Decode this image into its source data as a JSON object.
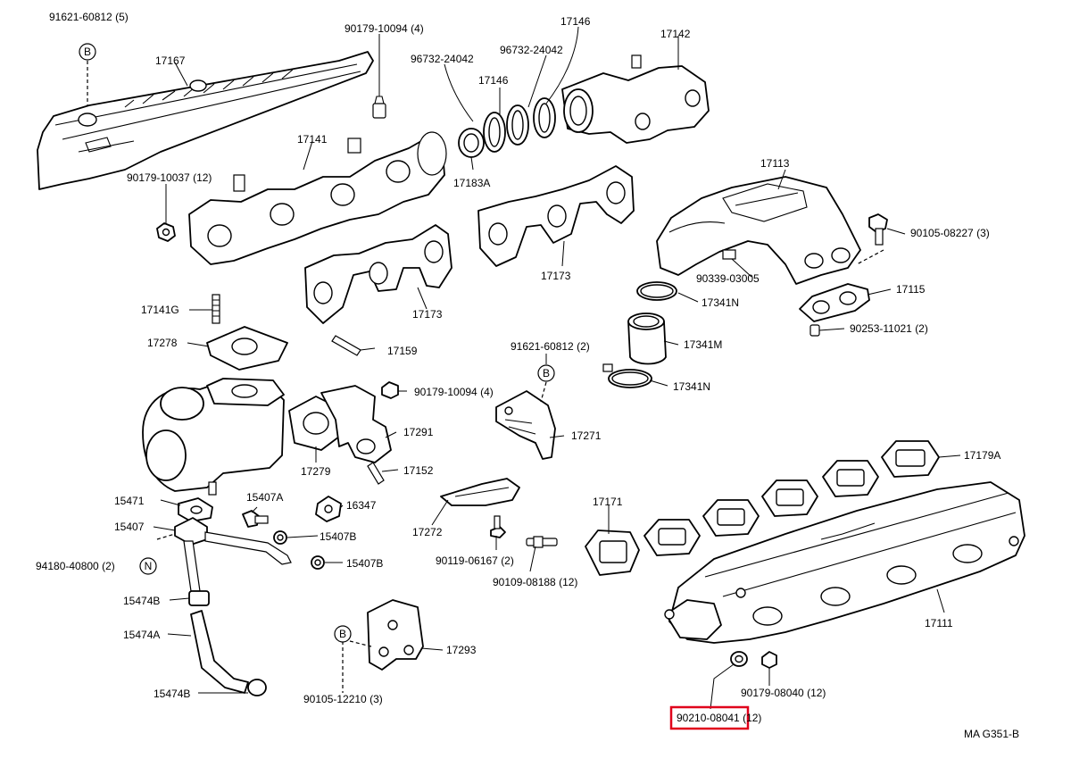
{
  "diagram_code": "MA G351-B",
  "highlight_color": "#e0001b",
  "callout_markers": [
    {
      "id": "b1",
      "letter": "B"
    },
    {
      "id": "b2",
      "letter": "B"
    },
    {
      "id": "b3",
      "letter": "B"
    },
    {
      "id": "n1",
      "letter": "N"
    }
  ],
  "parts": {
    "p91621_60812_top": {
      "number": "91621-60812",
      "qty": "(5)"
    },
    "p90179_10094_top": {
      "number": "90179-10094",
      "qty": "(4)"
    },
    "p17167": {
      "number": "17167",
      "qty": ""
    },
    "p96732_24042_a": {
      "number": "96732-24042",
      "qty": ""
    },
    "p17146_a": {
      "number": "17146",
      "qty": ""
    },
    "p96732_24042_b": {
      "number": "96732-24042",
      "qty": ""
    },
    "p17146_b": {
      "number": "17146",
      "qty": ""
    },
    "p17142": {
      "number": "17142",
      "qty": ""
    },
    "p17141": {
      "number": "17141",
      "qty": ""
    },
    "p90179_10037": {
      "number": "90179-10037",
      "qty": "(12)"
    },
    "p17183a": {
      "number": "17183A",
      "qty": ""
    },
    "p17113": {
      "number": "17113",
      "qty": ""
    },
    "p90105_08227": {
      "number": "90105-08227",
      "qty": "(3)"
    },
    "p17173_a": {
      "number": "17173",
      "qty": ""
    },
    "p17173_b": {
      "number": "17173",
      "qty": ""
    },
    "p90339_03005": {
      "number": "90339-03005",
      "qty": ""
    },
    "p17115": {
      "number": "17115",
      "qty": ""
    },
    "p17341n_a": {
      "number": "17341N",
      "qty": ""
    },
    "p90253_11021": {
      "number": "90253-11021",
      "qty": "(2)"
    },
    "p17141g": {
      "number": "17141G",
      "qty": ""
    },
    "p17341m": {
      "number": "17341M",
      "qty": ""
    },
    "p17278": {
      "number": "17278",
      "qty": ""
    },
    "p17159": {
      "number": "17159",
      "qty": ""
    },
    "p91621_60812_mid": {
      "number": "91621-60812",
      "qty": "(2)"
    },
    "p17341n_b": {
      "number": "17341N",
      "qty": ""
    },
    "p90179_10094_mid": {
      "number": "90179-10094",
      "qty": "(4)"
    },
    "p17291": {
      "number": "17291",
      "qty": ""
    },
    "p17271": {
      "number": "17271",
      "qty": ""
    },
    "p17279": {
      "number": "17279",
      "qty": ""
    },
    "p17152": {
      "number": "17152",
      "qty": ""
    },
    "p17179a": {
      "number": "17179A",
      "qty": ""
    },
    "p15471": {
      "number": "15471",
      "qty": ""
    },
    "p15407a": {
      "number": "15407A",
      "qty": ""
    },
    "p16347": {
      "number": "16347",
      "qty": ""
    },
    "p17171": {
      "number": "17171",
      "qty": ""
    },
    "p15407": {
      "number": "15407",
      "qty": ""
    },
    "p15407b_a": {
      "number": "15407B",
      "qty": ""
    },
    "p17272": {
      "number": "17272",
      "qty": ""
    },
    "p94180_40800": {
      "number": "94180-40800",
      "qty": "(2)"
    },
    "p90119_06167": {
      "number": "90119-06167",
      "qty": "(2)"
    },
    "p15407b_b": {
      "number": "15407B",
      "qty": ""
    },
    "p90109_08188": {
      "number": "90109-08188",
      "qty": "(12)"
    },
    "p15474b_a": {
      "number": "15474B",
      "qty": ""
    },
    "p17111": {
      "number": "17111",
      "qty": ""
    },
    "p15474a": {
      "number": "15474A",
      "qty": ""
    },
    "p17293": {
      "number": "17293",
      "qty": ""
    },
    "p15474b_b": {
      "number": "15474B",
      "qty": ""
    },
    "p90105_12210": {
      "number": "90105-12210",
      "qty": "(3)"
    },
    "p90179_08040": {
      "number": "90179-08040",
      "qty": "(12)"
    },
    "p90210_08041": {
      "number": "90210-08041",
      "qty": "(12)"
    }
  }
}
